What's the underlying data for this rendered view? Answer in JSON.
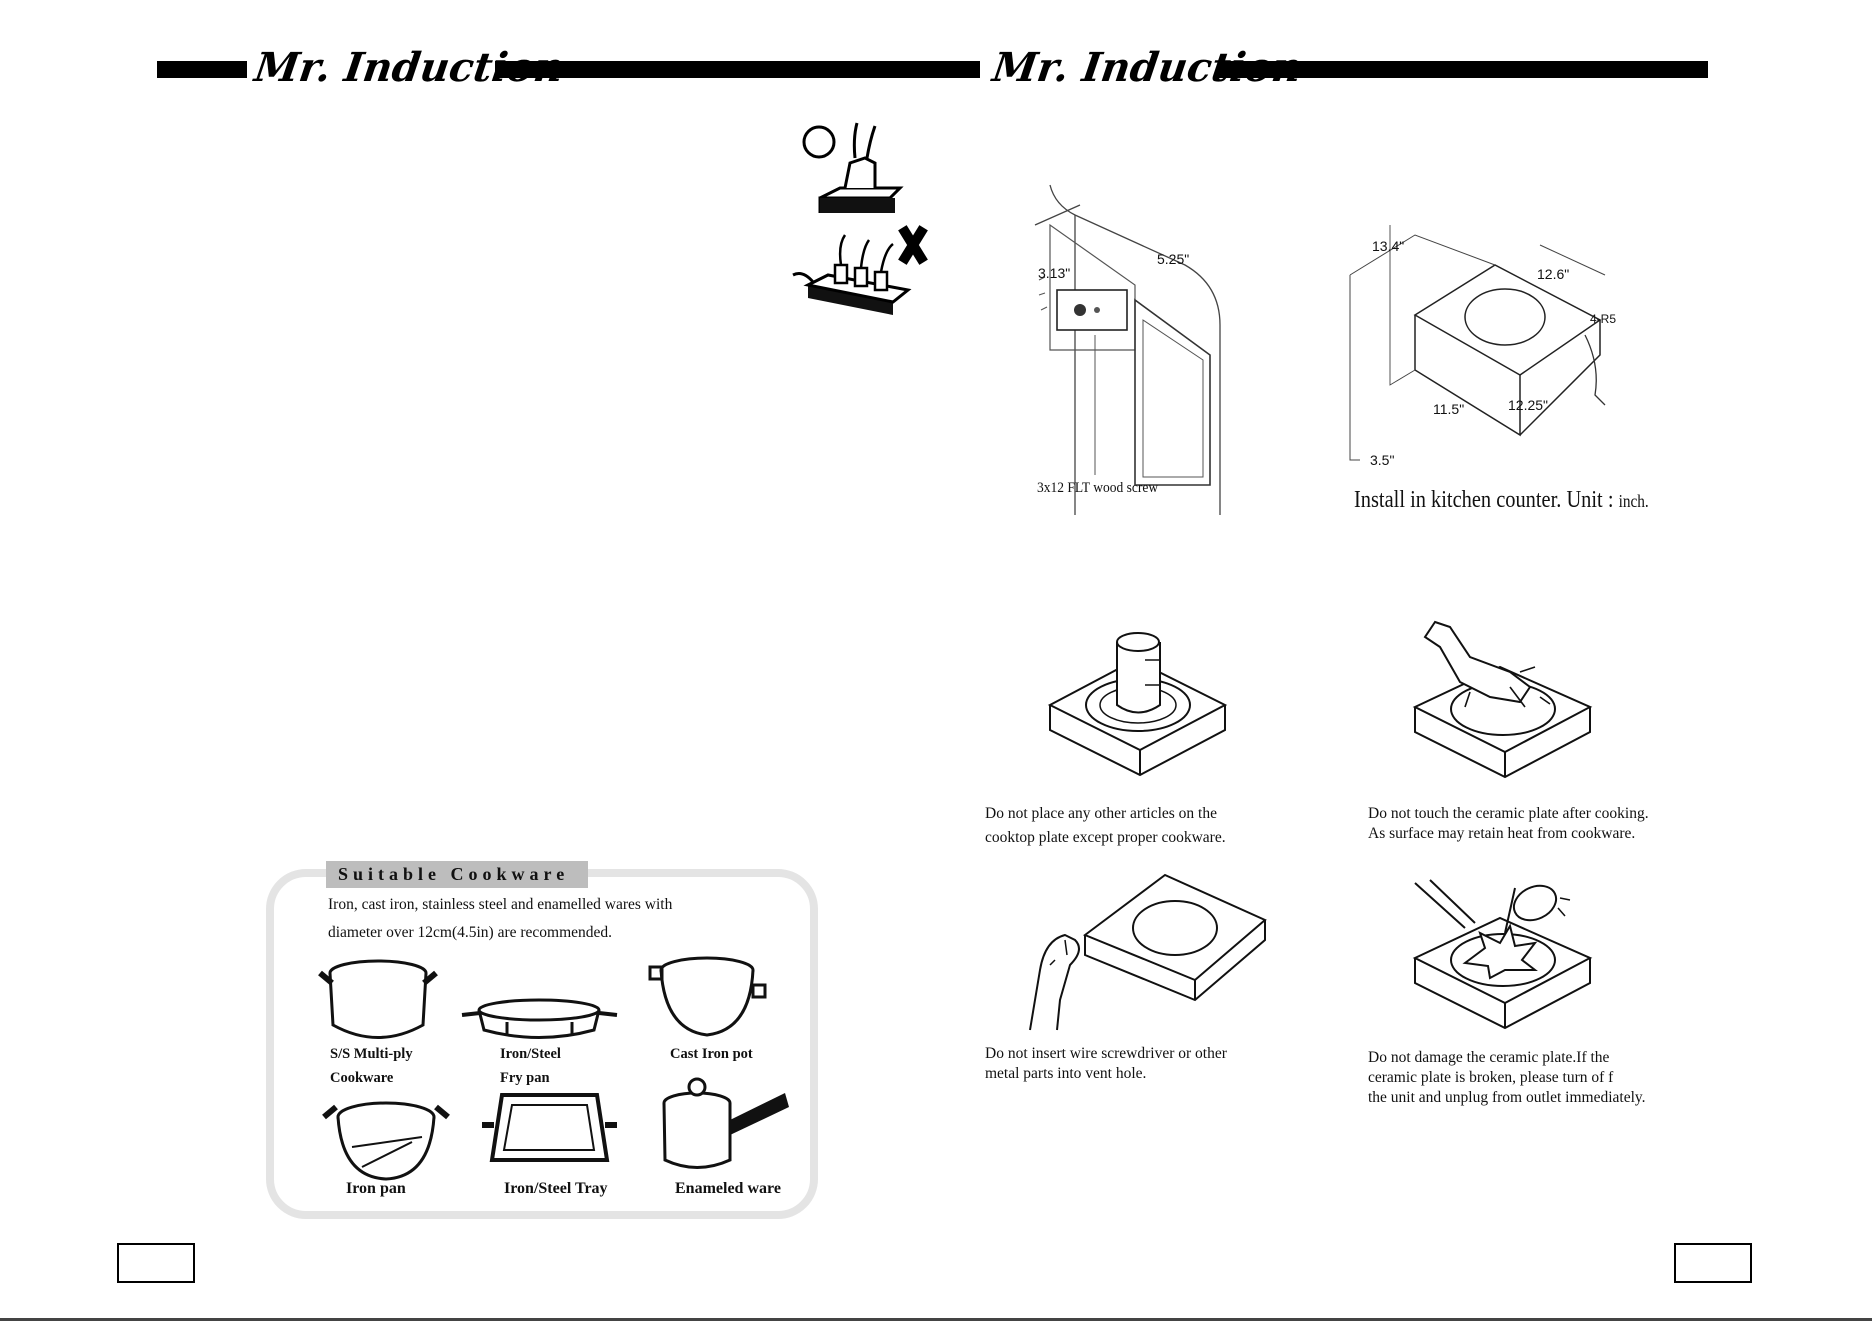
{
  "header": {
    "brand_left": "Mr. Induction",
    "brand_right": "Mr. Induction"
  },
  "installation": {
    "dims_side": [
      "3.13\"",
      "5.25\""
    ],
    "screw_label": "3x12 FLT wood screw",
    "dims_unit": [
      "13.4\"",
      "12.6\"",
      "4-R5",
      "11.5\"",
      "12.25\"",
      "3.5\""
    ],
    "caption_main": "Install in kitchen counter. Unit",
    "caption_unit": "inch."
  },
  "warnings": [
    {
      "lines": [
        "Do not place any other articles on the",
        "cooktop plate except proper cookware."
      ]
    },
    {
      "lines": [
        "Do not touch the ceramic plate after cooking.",
        "As surface may retain heat from cookware."
      ]
    },
    {
      "lines": [
        "Do not insert wire screwdriver or other",
        "metal parts into vent hole."
      ]
    },
    {
      "lines": [
        "Do not damage the ceramic plate.If the",
        "ceramic plate is broken, please turn of f",
        "the unit and unplug from outlet immediately."
      ]
    }
  ],
  "cookware": {
    "title": "Suitable Cookware",
    "desc_lines": [
      "Iron, cast iron, stainless steel and enamelled wares with",
      "diameter over 12cm(4.5in) are recommended."
    ],
    "items": [
      {
        "label_lines": [
          "S/S Multi-ply",
          "Cookware"
        ]
      },
      {
        "label_lines": [
          "Iron/Steel",
          "Fry pan"
        ]
      },
      {
        "label_lines": [
          "Cast Iron pot"
        ]
      },
      {
        "label_lines": [
          "Iron pan"
        ]
      },
      {
        "label_lines": [
          "Iron/Steel Tray"
        ]
      },
      {
        "label_lines": [
          "Enameled ware"
        ]
      }
    ]
  },
  "icons": [
    "plug-correct-icon",
    "power-strip-wrong-icon"
  ]
}
